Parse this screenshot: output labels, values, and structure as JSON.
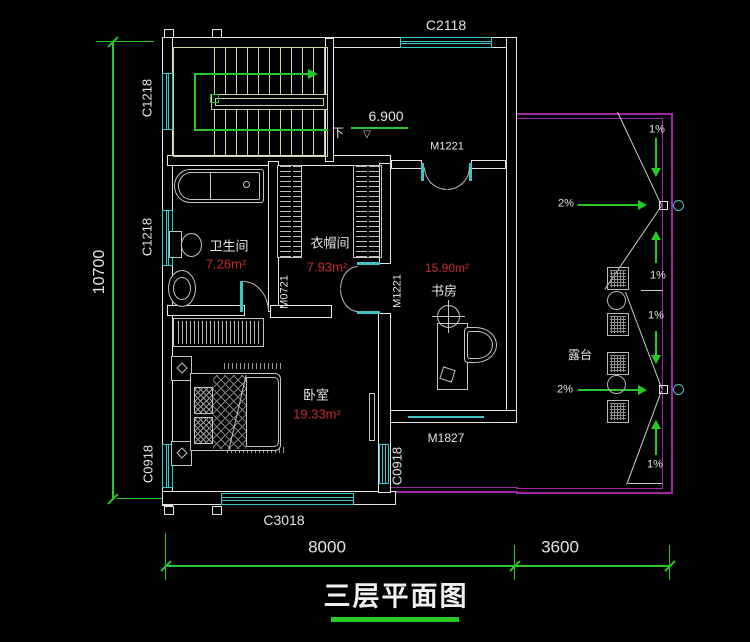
{
  "colors": {
    "bg": "#000000",
    "wall": "#e4e4e4",
    "win": "#3ec6c6",
    "dim": "#28c828",
    "balc": "#a226a2",
    "area": "#c82828",
    "stair": "#cfcf9c",
    "furn": "#c4c4c4",
    "label": "#e4e4e4"
  },
  "title": {
    "text": "三层平面图"
  },
  "dimensions": {
    "left_total": "10700",
    "bottom_main": "8000",
    "bottom_balcony": "3600"
  },
  "level": {
    "value": "6.900",
    "direction": "下"
  },
  "windows": {
    "c2118": "C2118",
    "c1218_a": "C1218",
    "c1218_b": "C1218",
    "c0918_a": "C0918",
    "c0918_b": "C0918",
    "c3018": "C3018"
  },
  "doors": {
    "m1221_top": "M1221",
    "m1221_side": "M1221",
    "m0721": "M0721",
    "m1827": "M1827"
  },
  "rooms": {
    "bathroom": {
      "name": "卫生间",
      "area": "7.26m²"
    },
    "cloakroom": {
      "name": "衣帽间",
      "area": "7.93m²"
    },
    "study": {
      "name": "书房",
      "area": "15.90m²"
    },
    "bedroom": {
      "name": "卧室",
      "area": "19.33m²"
    },
    "terrace": {
      "name": "露台"
    }
  },
  "slopes": [
    "1%",
    "2%",
    "1%",
    "1%",
    "2%",
    "1%"
  ]
}
